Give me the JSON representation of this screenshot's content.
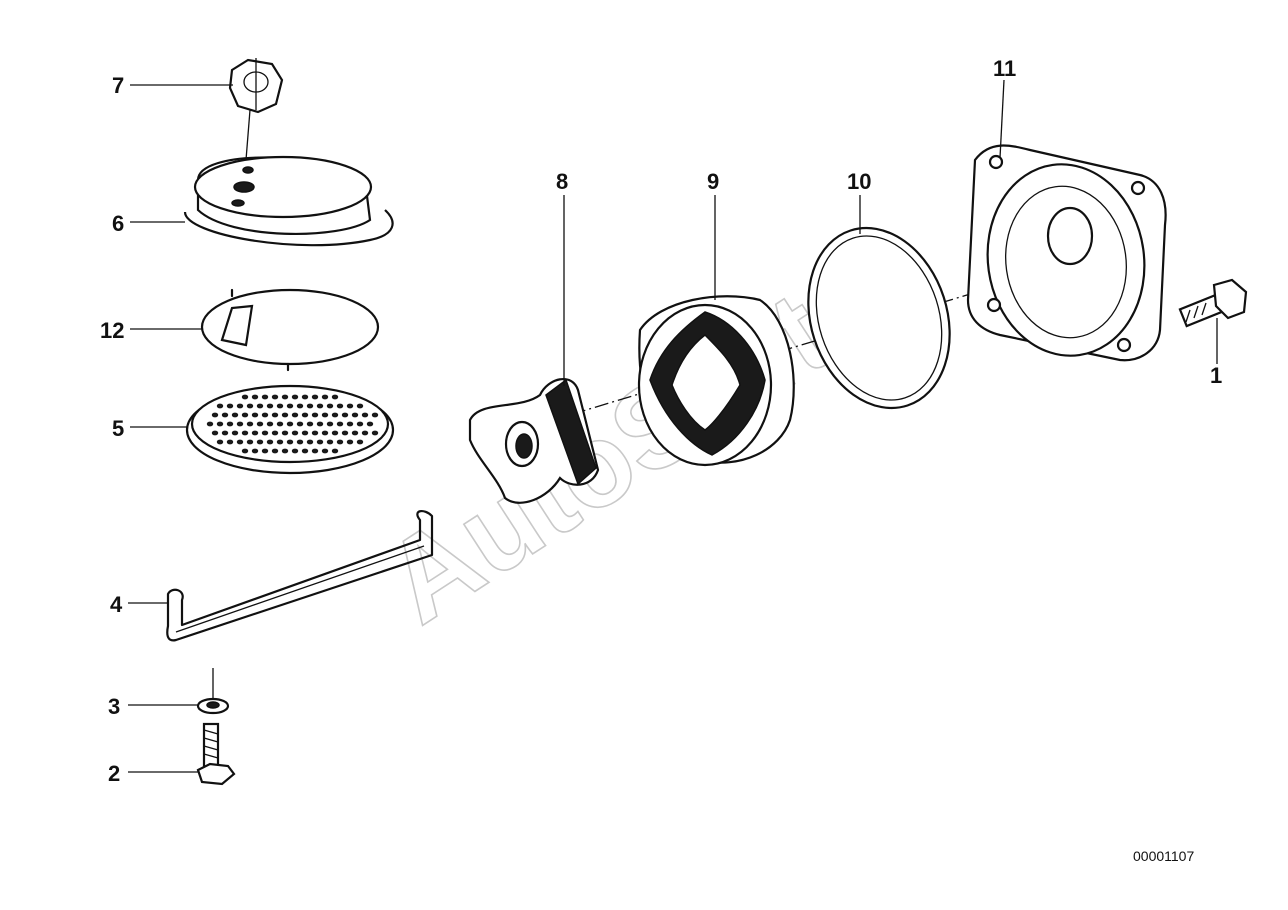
{
  "callouts": [
    {
      "id": "7",
      "label": "7"
    },
    {
      "id": "6",
      "label": "6"
    },
    {
      "id": "12",
      "label": "12"
    },
    {
      "id": "5",
      "label": "5"
    },
    {
      "id": "4",
      "label": "4"
    },
    {
      "id": "3",
      "label": "3"
    },
    {
      "id": "2",
      "label": "2"
    },
    {
      "id": "8",
      "label": "8"
    },
    {
      "id": "9",
      "label": "9"
    },
    {
      "id": "10",
      "label": "10"
    },
    {
      "id": "11",
      "label": "11"
    },
    {
      "id": "1",
      "label": "1"
    }
  ],
  "reference_number": "00001107",
  "watermark": "AutoSoft",
  "colors": {
    "ink": "#111111",
    "watermark": "#c9c9c9",
    "background": "#ffffff"
  }
}
